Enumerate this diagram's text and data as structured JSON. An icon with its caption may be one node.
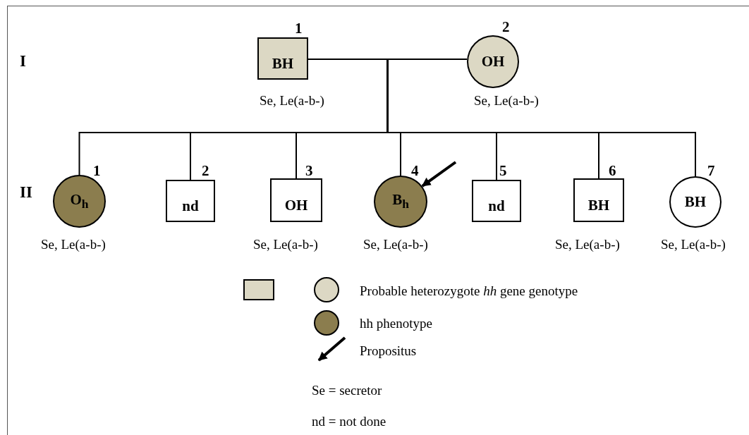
{
  "diagram": {
    "nodes": [
      {
        "text": [
          "BH"
        ],
        "beside": [
          "1",
          "Se, Le(a-b-)"
        ]
      },
      {
        "text": [
          "OH"
        ],
        "beside": [
          "2",
          "Se, Le(a-b-)"
        ]
      },
      {
        "text": [
          "O$_{h}$"
        ],
        "beside": [
          "1",
          "Se,  Le(a-b-)"
        ]
      },
      {
        "text": [
          "nd"
        ],
        "beside": [
          "2"
        ]
      },
      {
        "text": [
          "OH"
        ],
        "beside": [
          "3",
          "Se, Le(a-b-)"
        ]
      },
      {
        "text": [
          "B$_{h}$"
        ],
        "beside": [
          "4",
          "Se, Le(a-b-)"
        ]
      },
      {
        "text": [
          "nd"
        ],
        "beside": [
          "5"
        ]
      },
      {
        "text": [
          "BH"
        ],
        "beside": [
          "6",
          "Se, Le(a-b-)"
        ]
      },
      {
        "text": [
          "BH"
        ],
        "beside": [
          "7",
          "Se, Le(a-b-)"
        ]
      }
    ],
    "edges": [
      {
        "from": 0,
        "to": 1,
        "arrow": "none"
      },
      {
        "from": 0,
        "to": 2,
        "arrow": "none"
      },
      {
        "from": 1,
        "to": 2,
        "arrow": "none"
      },
      {
        "from": 0,
        "to": 3,
        "arrow": "none"
      },
      {
        "from": 1,
        "to": 3,
        "arrow": "none"
      },
      {
        "from": 0,
        "to": 4,
        "arrow": "none"
      },
      {
        "from": 1,
        "to": 4,
        "arrow": "none"
      },
      {
        "from": 0,
        "to": 5,
        "arrow": "none"
      },
      {
        "from": 1,
        "to": 5,
        "arrow": "none"
      },
      {
        "from": 0,
        "to": 6,
        "arrow": "none"
      },
      {
        "from": 1,
        "to": 6,
        "arrow": "none"
      },
      {
        "from": 0,
        "to": 7,
        "arrow": "none"
      },
      {
        "from": 1,
        "to": 7,
        "arrow": "none"
      },
      {
        "from": 0,
        "to": 8,
        "arrow": "none"
      },
      {
        "from": 1,
        "to": 8,
        "arrow": "none"
      },
      {
        "from": null,
        "to": 5,
        "arrow": "to",
        "style": "thick"
      }
    ],
    "labels": [
      "I",
      "II",
      "Se = secretor",
      "nd = not done"
    ],
    "legend": [
      {
        "text": "Probable heterozygote *hh* gene genotype",
        "color": "#dcd8c4"
      },
      {
        "text": "hh phenotype",
        "color": "#8b7d4e"
      },
      {
        "text": "Propositus"
      }
    ]
  }
}
